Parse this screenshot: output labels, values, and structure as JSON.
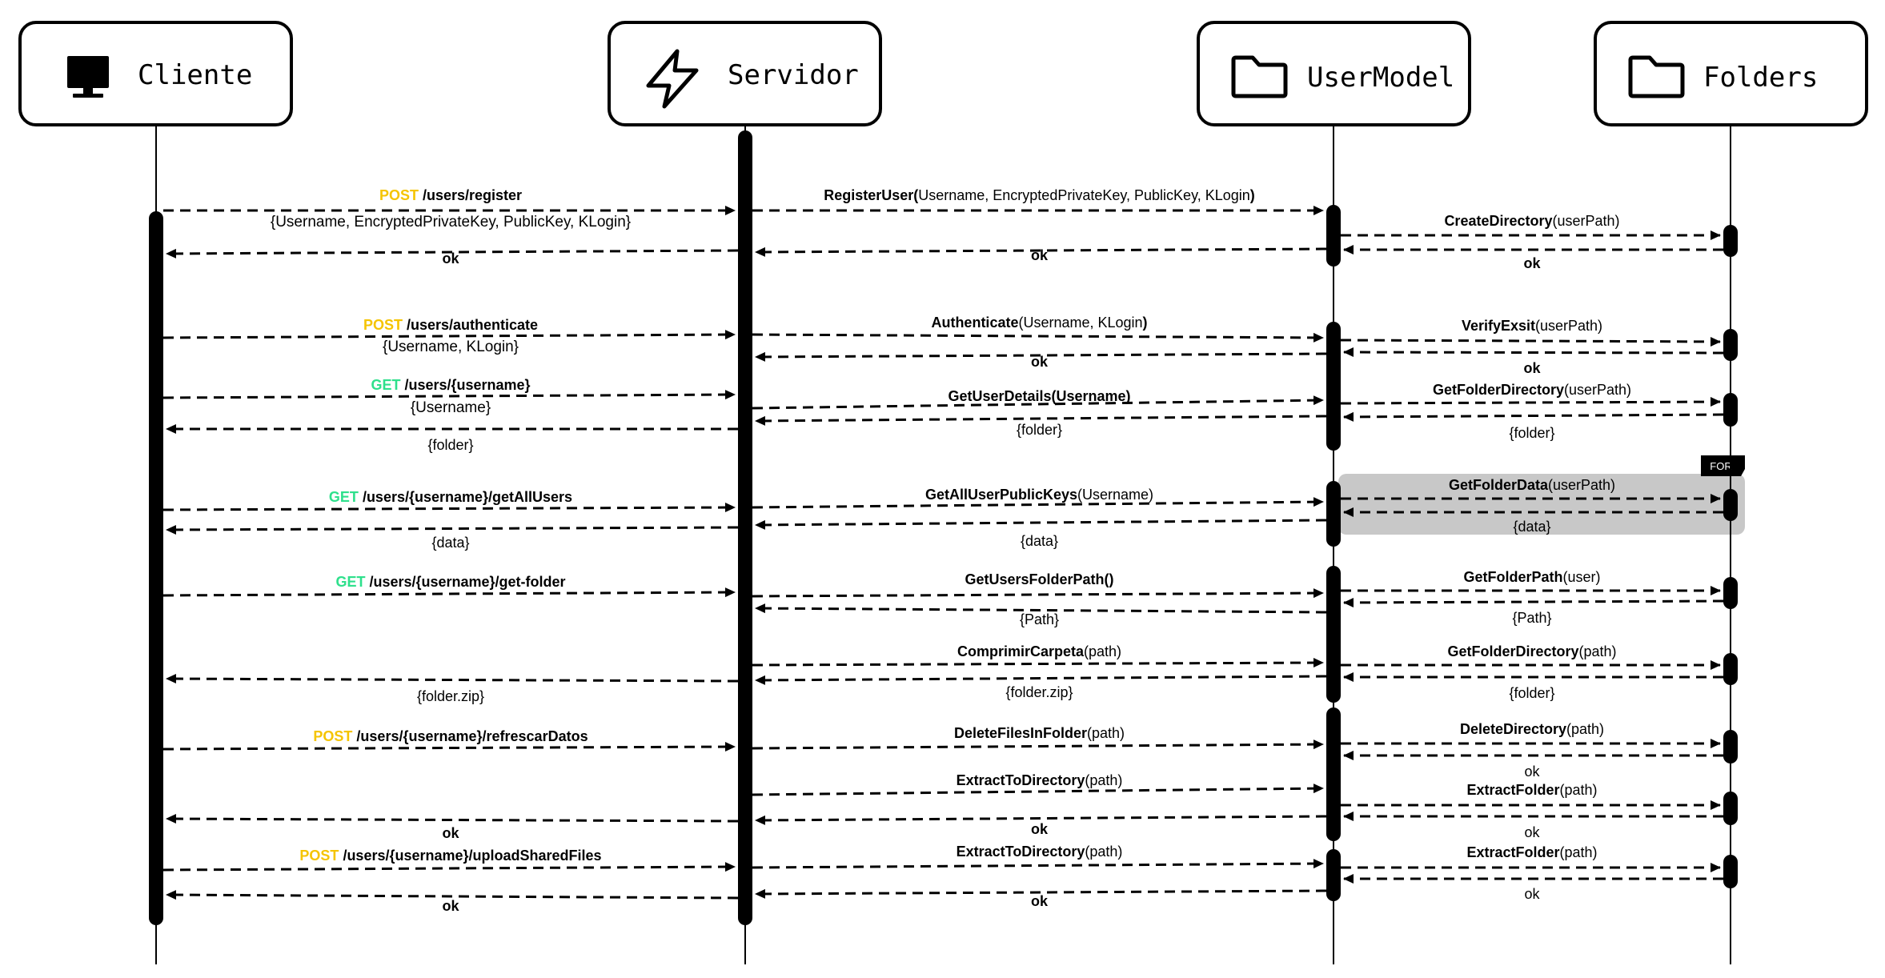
{
  "participants": [
    {
      "id": "cliente",
      "label": "Cliente",
      "icon": "monitor-icon"
    },
    {
      "id": "servidor",
      "label": "Servidor",
      "icon": "lightning-icon"
    },
    {
      "id": "usermodel",
      "label": "UserModel",
      "icon": "folder-icon"
    },
    {
      "id": "folders",
      "label": "Folders",
      "icon": "folder-icon"
    }
  ],
  "colors": {
    "post": "#F5C400",
    "get": "#2EE08C",
    "line": "#000000",
    "for_frame": "#C8C8C8"
  },
  "for_label": "FOR",
  "messages": [
    {
      "from": "cliente",
      "to": "servidor",
      "parts": [
        {
          "t": "POST",
          "s": "post"
        },
        {
          "t": " /users/register",
          "s": "bold"
        }
      ],
      "sub": "{Username, EncryptedPrivateKey, PublicKey, KLogin}"
    },
    {
      "from": "servidor",
      "to": "usermodel",
      "parts": [
        {
          "t": "RegisterUser(",
          "s": "bold"
        },
        {
          "t": "Username, EncryptedPrivateKey, PublicKey, KLogin",
          "s": "normal"
        },
        {
          "t": ")",
          "s": "bold"
        }
      ]
    },
    {
      "from": "usermodel",
      "to": "folders",
      "parts": [
        {
          "t": "CreateDirectory",
          "s": "bold"
        },
        {
          "t": "(userPath)",
          "s": "normal"
        }
      ]
    },
    {
      "from": "folders",
      "to": "usermodel",
      "parts": [
        {
          "t": "ok",
          "s": "bold"
        }
      ]
    },
    {
      "from": "usermodel",
      "to": "servidor",
      "parts": [
        {
          "t": "ok",
          "s": "bold"
        }
      ]
    },
    {
      "from": "servidor",
      "to": "cliente",
      "parts": [
        {
          "t": "ok",
          "s": "bold"
        }
      ]
    },
    {
      "from": "cliente",
      "to": "servidor",
      "parts": [
        {
          "t": "POST",
          "s": "post"
        },
        {
          "t": " /users/authenticate",
          "s": "bold"
        }
      ],
      "sub": "{Username, KLogin}"
    },
    {
      "from": "servidor",
      "to": "usermodel",
      "parts": [
        {
          "t": "Authenticate",
          "s": "bold"
        },
        {
          "t": "(Username, KLogin",
          "s": "normal"
        },
        {
          "t": ")",
          "s": "bold"
        }
      ]
    },
    {
      "from": "usermodel",
      "to": "folders",
      "parts": [
        {
          "t": "VerifyExsit",
          "s": "bold"
        },
        {
          "t": "(userPath)",
          "s": "normal"
        }
      ]
    },
    {
      "from": "folders",
      "to": "usermodel",
      "parts": [
        {
          "t": "ok",
          "s": "bold"
        }
      ]
    },
    {
      "from": "usermodel",
      "to": "servidor",
      "parts": [
        {
          "t": "ok",
          "s": "bold"
        }
      ]
    },
    {
      "from": "cliente",
      "to": "servidor",
      "parts": [
        {
          "t": "GET",
          "s": "get"
        },
        {
          "t": " /users/{username}",
          "s": "bold"
        }
      ],
      "sub": "{Username}"
    },
    {
      "from": "servidor",
      "to": "usermodel",
      "parts": [
        {
          "t": "GetUserDetails(Username)",
          "s": "bold"
        }
      ]
    },
    {
      "from": "usermodel",
      "to": "folders",
      "parts": [
        {
          "t": "GetFolderDirectory",
          "s": "bold"
        },
        {
          "t": "(userPath)",
          "s": "normal"
        }
      ]
    },
    {
      "from": "folders",
      "to": "usermodel",
      "parts": [
        {
          "t": "{folder}",
          "s": "normal"
        }
      ]
    },
    {
      "from": "usermodel",
      "to": "servidor",
      "parts": [
        {
          "t": "{folder}",
          "s": "normal"
        }
      ]
    },
    {
      "from": "servidor",
      "to": "cliente",
      "parts": [
        {
          "t": "{folder}",
          "s": "normal"
        }
      ]
    },
    {
      "from": "cliente",
      "to": "servidor",
      "parts": [
        {
          "t": "GET",
          "s": "get"
        },
        {
          "t": " /users/{username}/getAllUsers",
          "s": "bold"
        }
      ]
    },
    {
      "from": "servidor",
      "to": "usermodel",
      "parts": [
        {
          "t": "GetAllUserPublicKeys",
          "s": "bold"
        },
        {
          "t": "(Username)",
          "s": "normal"
        }
      ]
    },
    {
      "from": "usermodel",
      "to": "folders",
      "parts": [
        {
          "t": "GetFolderData",
          "s": "bold"
        },
        {
          "t": "(userPath)",
          "s": "normal"
        }
      ]
    },
    {
      "from": "folders",
      "to": "usermodel",
      "parts": [
        {
          "t": "{data}",
          "s": "normal"
        }
      ]
    },
    {
      "from": "usermodel",
      "to": "servidor",
      "parts": [
        {
          "t": "{data}",
          "s": "normal"
        }
      ]
    },
    {
      "from": "servidor",
      "to": "cliente",
      "parts": [
        {
          "t": "{data}",
          "s": "normal"
        }
      ]
    },
    {
      "from": "cliente",
      "to": "servidor",
      "parts": [
        {
          "t": "GET",
          "s": "get"
        },
        {
          "t": " /users/{username}/get-folder",
          "s": "bold"
        }
      ]
    },
    {
      "from": "servidor",
      "to": "usermodel",
      "parts": [
        {
          "t": "GetUsersFolderPath()",
          "s": "bold"
        }
      ]
    },
    {
      "from": "usermodel",
      "to": "folders",
      "parts": [
        {
          "t": "GetFolderPath",
          "s": "bold"
        },
        {
          "t": "(user)",
          "s": "normal"
        }
      ]
    },
    {
      "from": "folders",
      "to": "usermodel",
      "parts": [
        {
          "t": "{Path}",
          "s": "normal"
        }
      ]
    },
    {
      "from": "usermodel",
      "to": "servidor",
      "parts": [
        {
          "t": "{Path}",
          "s": "normal"
        }
      ]
    },
    {
      "from": "servidor",
      "to": "usermodel",
      "parts": [
        {
          "t": "ComprimirCarpeta",
          "s": "bold"
        },
        {
          "t": "(path)",
          "s": "normal"
        }
      ]
    },
    {
      "from": "usermodel",
      "to": "folders",
      "parts": [
        {
          "t": "GetFolderDirectory",
          "s": "bold"
        },
        {
          "t": "(path)",
          "s": "normal"
        }
      ]
    },
    {
      "from": "folders",
      "to": "usermodel",
      "parts": [
        {
          "t": "{folder}",
          "s": "normal"
        }
      ]
    },
    {
      "from": "usermodel",
      "to": "servidor",
      "parts": [
        {
          "t": "{folder.zip}",
          "s": "normal"
        }
      ]
    },
    {
      "from": "servidor",
      "to": "cliente",
      "parts": [
        {
          "t": "{folder.zip}",
          "s": "normal"
        }
      ]
    },
    {
      "from": "cliente",
      "to": "servidor",
      "parts": [
        {
          "t": "POST",
          "s": "post"
        },
        {
          "t": " /users/{username}/refrescarDatos",
          "s": "bold"
        }
      ]
    },
    {
      "from": "servidor",
      "to": "usermodel",
      "parts": [
        {
          "t": "DeleteFilesInFolder",
          "s": "bold"
        },
        {
          "t": "(path)",
          "s": "normal"
        }
      ]
    },
    {
      "from": "usermodel",
      "to": "folders",
      "parts": [
        {
          "t": "DeleteDirectory",
          "s": "bold"
        },
        {
          "t": "(path)",
          "s": "normal"
        }
      ]
    },
    {
      "from": "folders",
      "to": "usermodel",
      "parts": [
        {
          "t": "ok",
          "s": "normal"
        }
      ]
    },
    {
      "from": "servidor",
      "to": "usermodel",
      "parts": [
        {
          "t": "ExtractToDirectory",
          "s": "bold"
        },
        {
          "t": "(path)",
          "s": "normal"
        }
      ]
    },
    {
      "from": "usermodel",
      "to": "folders",
      "parts": [
        {
          "t": "ExtractFolder",
          "s": "bold"
        },
        {
          "t": "(path)",
          "s": "normal"
        }
      ]
    },
    {
      "from": "folders",
      "to": "usermodel",
      "parts": [
        {
          "t": "ok",
          "s": "normal"
        }
      ]
    },
    {
      "from": "usermodel",
      "to": "servidor",
      "parts": [
        {
          "t": "ok",
          "s": "bold"
        }
      ]
    },
    {
      "from": "servidor",
      "to": "cliente",
      "parts": [
        {
          "t": "ok",
          "s": "bold"
        }
      ]
    },
    {
      "from": "cliente",
      "to": "servidor",
      "parts": [
        {
          "t": "POST",
          "s": "post"
        },
        {
          "t": " /users/{username}/uploadSharedFiles",
          "s": "bold"
        }
      ]
    },
    {
      "from": "servidor",
      "to": "usermodel",
      "parts": [
        {
          "t": "ExtractToDirectory",
          "s": "bold"
        },
        {
          "t": "(path)",
          "s": "normal"
        }
      ]
    },
    {
      "from": "usermodel",
      "to": "folders",
      "parts": [
        {
          "t": "ExtractFolder",
          "s": "bold"
        },
        {
          "t": "(path)",
          "s": "normal"
        }
      ]
    },
    {
      "from": "folders",
      "to": "usermodel",
      "parts": [
        {
          "t": "ok",
          "s": "normal"
        }
      ]
    },
    {
      "from": "usermodel",
      "to": "servidor",
      "parts": [
        {
          "t": "ok",
          "s": "bold"
        }
      ]
    },
    {
      "from": "servidor",
      "to": "cliente",
      "parts": [
        {
          "t": "ok",
          "s": "bold"
        }
      ]
    }
  ]
}
